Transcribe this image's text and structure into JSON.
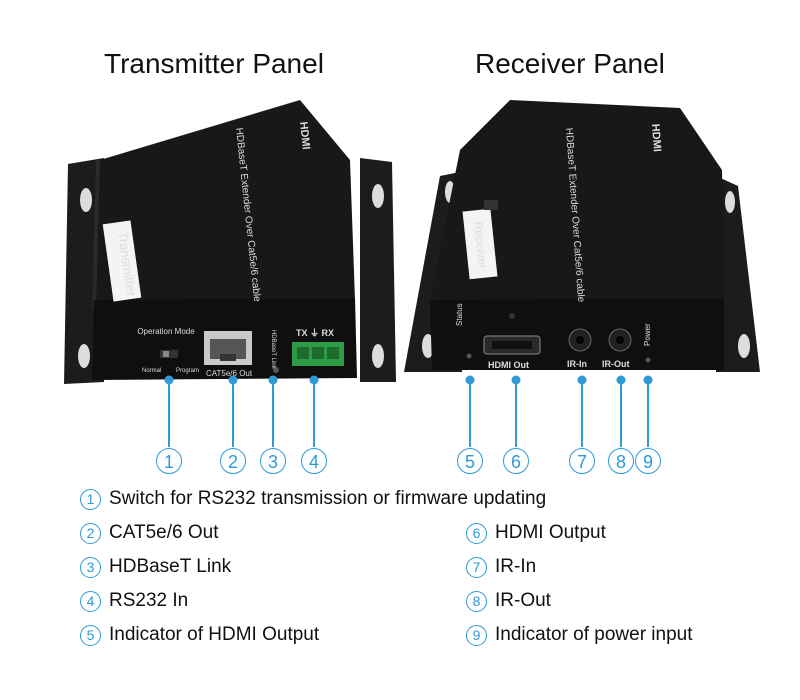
{
  "titles": {
    "transmitter": "Transmitter Panel",
    "receiver": "Receiver Panel"
  },
  "device_labels": {
    "transmitter_side": "Transmitter",
    "receiver_side": "Receiver",
    "top_text": "HDBaseT Extender Over Cat5e/6 cable",
    "logo": "HDMI"
  },
  "port_labels": {
    "operation_mode": "Operation Mode",
    "normal": "Normal",
    "program": "Program",
    "cat_out": "CAT5e/6 Out",
    "hdbaset_link": "HDBaseT Link",
    "txrx": "TX ⏚ RX",
    "status": "Status",
    "hdmi_out": "HDMI Out",
    "ir_in": "IR-In",
    "ir_out": "IR-Out",
    "power": "Power"
  },
  "callout_numbers": [
    "①",
    "②",
    "③",
    "④",
    "⑤",
    "⑥",
    "⑦",
    "⑧",
    "⑨"
  ],
  "legend": [
    {
      "num": "1",
      "text": "Switch for RS232 transmission or firmware updating"
    },
    {
      "num": "2",
      "text": "CAT5e/6 Out"
    },
    {
      "num": "3",
      "text": "HDBaseT Link"
    },
    {
      "num": "4",
      "text": "RS232 In"
    },
    {
      "num": "5",
      "text": "Indicator of HDMI Output"
    },
    {
      "num": "6",
      "text": "HDMI Output"
    },
    {
      "num": "7",
      "text": "IR-In"
    },
    {
      "num": "8",
      "text": "IR-Out"
    },
    {
      "num": "9",
      "text": "Indicator of power input"
    }
  ],
  "colors": {
    "callout": "#2e9ad6",
    "device": "#141414",
    "terminal": "#2e9b45"
  }
}
